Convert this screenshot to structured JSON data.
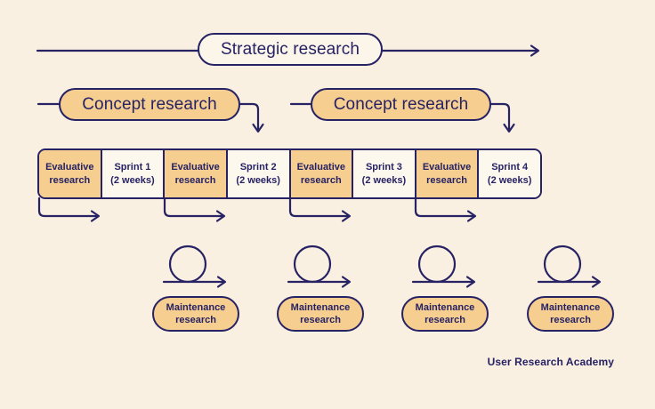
{
  "title": "Research cadence diagram",
  "colors": {
    "background": "#faf0e1",
    "accent_fill": "#f6ce90",
    "light_fill": "#fdf8ee",
    "ink": "#262264"
  },
  "strategic": {
    "label": "Strategic research"
  },
  "concept": {
    "items": [
      {
        "label": "Concept research"
      },
      {
        "label": "Concept research"
      }
    ]
  },
  "timeline": {
    "cells": [
      {
        "line1": "Evaluative",
        "line2": "research",
        "type": "evaluative"
      },
      {
        "line1": "Sprint 1",
        "line2": "(2 weeks)",
        "type": "sprint"
      },
      {
        "line1": "Evaluative",
        "line2": "research",
        "type": "evaluative"
      },
      {
        "line1": "Sprint 2",
        "line2": "(2 weeks)",
        "type": "sprint"
      },
      {
        "line1": "Evaluative",
        "line2": "research",
        "type": "evaluative"
      },
      {
        "line1": "Sprint 3",
        "line2": "(2 weeks)",
        "type": "sprint"
      },
      {
        "line1": "Evaluative",
        "line2": "research",
        "type": "evaluative"
      },
      {
        "line1": "Sprint 4",
        "line2": "(2 weeks)",
        "type": "sprint"
      }
    ]
  },
  "maintenance": {
    "items": [
      {
        "line1": "Maintenance",
        "line2": "research"
      },
      {
        "line1": "Maintenance",
        "line2": "research"
      },
      {
        "line1": "Maintenance",
        "line2": "research"
      },
      {
        "line1": "Maintenance",
        "line2": "research"
      }
    ]
  },
  "icons": {
    "loop": "circular-iteration-loop-arrow",
    "arrow": "right-arrow"
  },
  "attribution": "User Research Academy"
}
